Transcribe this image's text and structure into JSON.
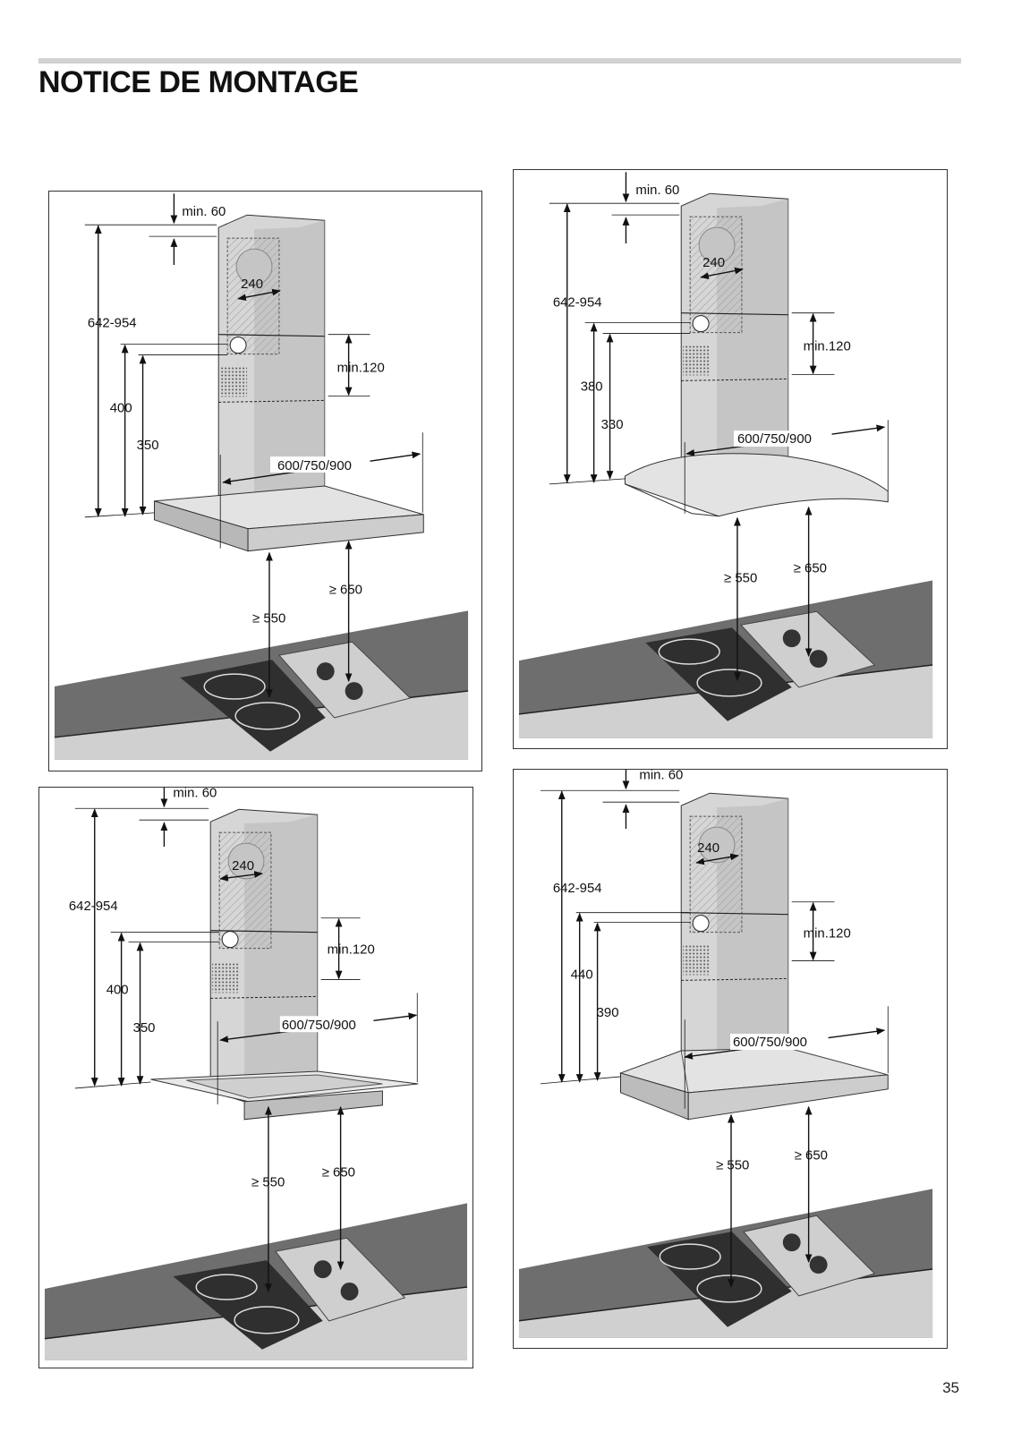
{
  "header": {
    "title": "NOTICE DE MONTAGE"
  },
  "footer": {
    "page_number": "35"
  },
  "diagrams": [
    {
      "name": "hood-flat-canopy",
      "labels": {
        "min_top": "min. 60",
        "duct": "240",
        "total": "642-954",
        "outer": "400",
        "inner": "350",
        "clearance": "min.120",
        "width": "600/750/900",
        "electric": "≥ 550",
        "gas": "≥ 650"
      }
    },
    {
      "name": "hood-curved-glass",
      "labels": {
        "min_top": "min. 60",
        "duct": "240",
        "total": "642-954",
        "outer": "380",
        "inner": "330",
        "clearance": "min.120",
        "width": "600/750/900",
        "electric": "≥ 550",
        "gas": "≥ 650"
      }
    },
    {
      "name": "hood-flat-glass",
      "labels": {
        "min_top": "min. 60",
        "duct": "240",
        "total": "642-954",
        "outer": "400",
        "inner": "350",
        "clearance": "min.120",
        "width": "600/750/900",
        "electric": "≥ 550",
        "gas": "≥ 650"
      }
    },
    {
      "name": "hood-pyramid",
      "labels": {
        "min_top": "min. 60",
        "duct": "240",
        "total": "642-954",
        "outer": "440",
        "inner": "390",
        "clearance": "min.120",
        "width": "600/750/900",
        "electric": "≥ 550",
        "gas": "≥ 650"
      }
    }
  ]
}
